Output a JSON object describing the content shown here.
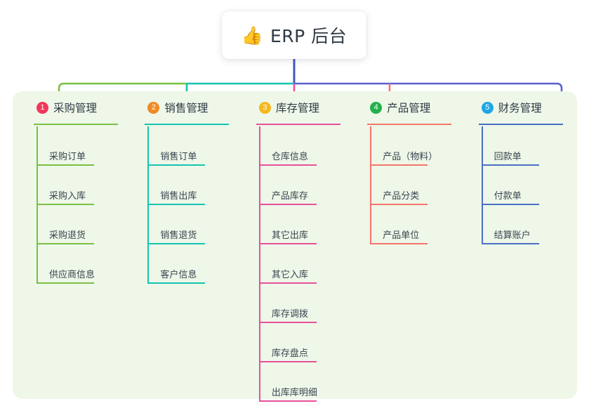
{
  "root": {
    "icon": "thumbs-up-icon",
    "icon_glyph": "👍",
    "title": "ERP 后台"
  },
  "colors": {
    "panel_bg": "#eef7e8",
    "page_bg": "#ffffff",
    "root_stem": "#4156c4",
    "bar_left": "#7ac143",
    "bar_mid": "#16c3b2",
    "bar_right": "#5a5fd0",
    "text": "#2f3a45"
  },
  "columns": [
    {
      "index": "1",
      "title": "采购管理",
      "badge_color": "#f2385a",
      "line_color": "#7ac143",
      "drop_color": "#7ac143",
      "items": [
        {
          "label": "采购订单"
        },
        {
          "label": "采购入库"
        },
        {
          "label": "采购退货"
        },
        {
          "label": "供应商信息"
        }
      ]
    },
    {
      "index": "2",
      "title": "销售管理",
      "badge_color": "#f08a24",
      "line_color": "#16c3b2",
      "drop_color": "#16c3b2",
      "items": [
        {
          "label": "销售订单"
        },
        {
          "label": "销售出库"
        },
        {
          "label": "销售退货"
        },
        {
          "label": "客户信息"
        }
      ]
    },
    {
      "index": "3",
      "title": "库存管理",
      "badge_color": "#f5b81d",
      "line_color": "#e8519b",
      "drop_color": "#e8519b",
      "items": [
        {
          "label": "仓库信息"
        },
        {
          "label": "产品库存"
        },
        {
          "label": "其它出库"
        },
        {
          "label": "其它入库"
        },
        {
          "label": "库存调拨"
        },
        {
          "label": "库存盘点"
        },
        {
          "label": "出库库明细"
        }
      ]
    },
    {
      "index": "4",
      "title": "产品管理",
      "badge_color": "#22b14c",
      "line_color": "#f4766b",
      "drop_color": "#f4766b",
      "items": [
        {
          "label": "产品（物料）"
        },
        {
          "label": "产品分类"
        },
        {
          "label": "产品单位"
        }
      ]
    },
    {
      "index": "5",
      "title": "财务管理",
      "badge_color": "#1ea7e8",
      "line_color": "#4a6fc4",
      "drop_color": "#4a6fc4",
      "items": [
        {
          "label": "回款单"
        },
        {
          "label": "付款单"
        },
        {
          "label": "结算账户"
        }
      ]
    }
  ]
}
